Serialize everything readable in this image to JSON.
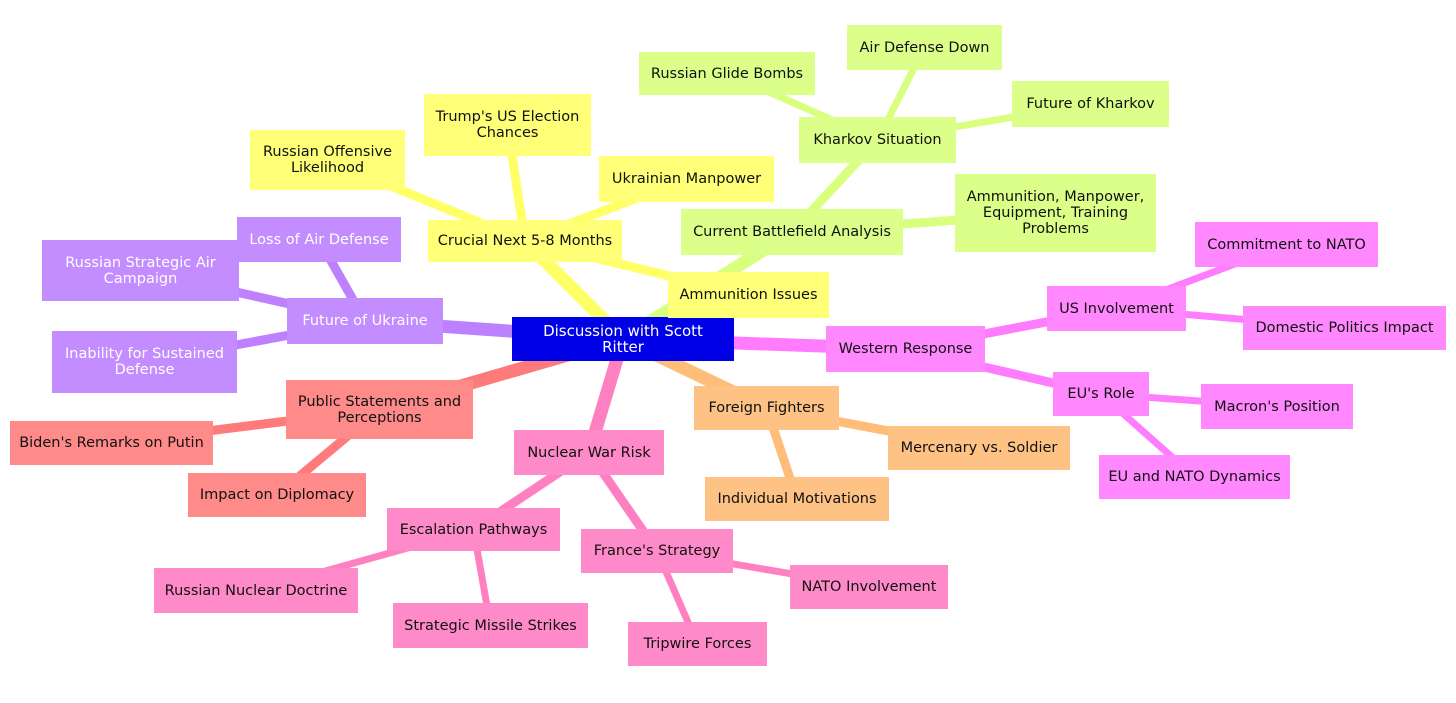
{
  "diagram": {
    "root": {
      "id": "root",
      "label": "Discussion with Scott Ritter",
      "color": "#0000e6"
    },
    "branches": [
      {
        "id": "crucial",
        "label": "Crucial Next 5-8 Months",
        "color": "#ffff78",
        "children": [
          {
            "id": "russian-offensive",
            "label": "Russian Offensive Likelihood"
          },
          {
            "id": "trump-election",
            "label": "Trump's US Election Chances"
          },
          {
            "id": "ukrainian-manpower",
            "label": "Ukrainian Manpower"
          },
          {
            "id": "ammunition-issues",
            "label": "Ammunition Issues"
          }
        ]
      },
      {
        "id": "battlefield",
        "label": "Current Battlefield Analysis",
        "color": "#dcff8a",
        "children": [
          {
            "id": "kharkov",
            "label": "Kharkov Situation",
            "children": [
              {
                "id": "glide-bombs",
                "label": "Russian Glide Bombs"
              },
              {
                "id": "air-defense-down",
                "label": "Air Defense Down"
              },
              {
                "id": "future-kharkov",
                "label": "Future of Kharkov"
              }
            ]
          },
          {
            "id": "problems",
            "label": "Ammunition, Manpower, Equipment, Training Problems"
          }
        ]
      },
      {
        "id": "western",
        "label": "Western Response",
        "color": "#ff88ff",
        "children": [
          {
            "id": "us-involvement",
            "label": "US Involvement",
            "children": [
              {
                "id": "commitment-nato",
                "label": "Commitment to NATO"
              },
              {
                "id": "domestic-politics",
                "label": "Domestic Politics Impact"
              }
            ]
          },
          {
            "id": "eu-role",
            "label": "EU's Role",
            "children": [
              {
                "id": "macron",
                "label": "Macron's Position"
              },
              {
                "id": "eu-nato",
                "label": "EU and NATO Dynamics"
              }
            ]
          }
        ]
      },
      {
        "id": "foreign",
        "label": "Foreign Fighters",
        "color": "#ffc285",
        "children": [
          {
            "id": "mercenary",
            "label": "Mercenary vs. Soldier"
          },
          {
            "id": "motivations",
            "label": "Individual Motivations"
          }
        ]
      },
      {
        "id": "nuclear",
        "label": "Nuclear War Risk",
        "color": "#ff8ac9",
        "children": [
          {
            "id": "escalation",
            "label": "Escalation Pathways",
            "children": [
              {
                "id": "doctrine",
                "label": "Russian Nuclear Doctrine"
              },
              {
                "id": "missile-strikes",
                "label": "Strategic Missile Strikes"
              }
            ]
          },
          {
            "id": "france",
            "label": "France's Strategy",
            "children": [
              {
                "id": "nato-involvement",
                "label": "NATO Involvement"
              },
              {
                "id": "tripwire",
                "label": "Tripwire Forces"
              }
            ]
          }
        ]
      },
      {
        "id": "public",
        "label": "Public Statements and Perceptions",
        "color": "#ff8a8a",
        "children": [
          {
            "id": "biden",
            "label": "Biden's Remarks on Putin"
          },
          {
            "id": "diplomacy",
            "label": "Impact on Diplomacy"
          }
        ]
      },
      {
        "id": "ukraine",
        "label": "Future of Ukraine",
        "color": "#c38cff",
        "children": [
          {
            "id": "loss-air",
            "label": "Loss of Air Defense"
          },
          {
            "id": "strategic-air",
            "label": "Russian Strategic Air Campaign"
          },
          {
            "id": "sustained",
            "label": "Inability for Sustained Defense"
          }
        ]
      }
    ]
  }
}
